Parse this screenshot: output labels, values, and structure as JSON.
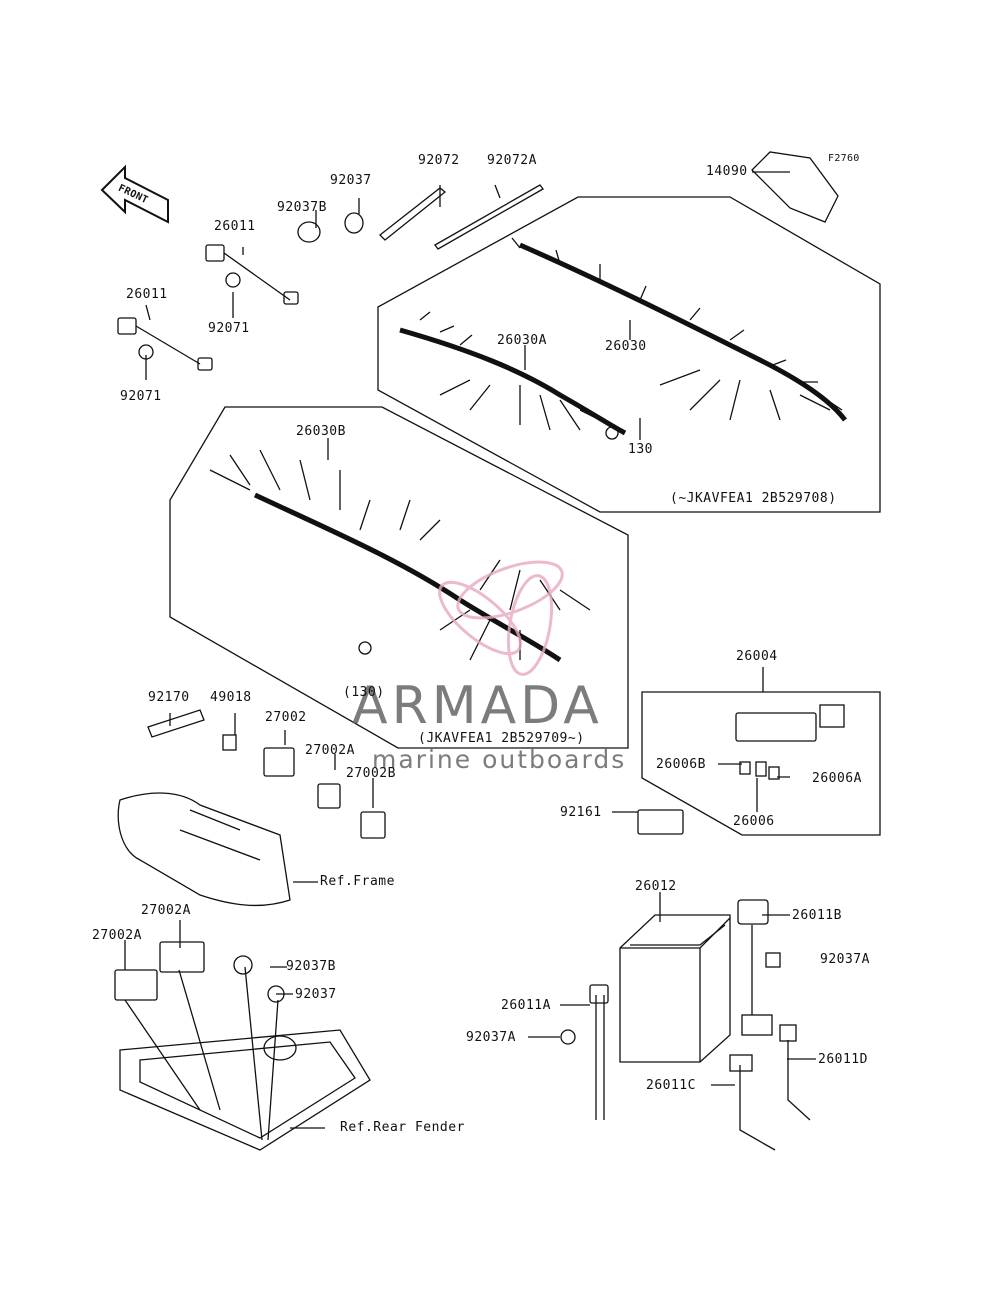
{
  "figure_code": "F2760",
  "front_badge": "FRONT",
  "parts": {
    "p14090": "14090",
    "p92072": "92072",
    "p92072A": "92072A",
    "p92037_top": "92037",
    "p92037B_top": "92037B",
    "p26011_a": "26011",
    "p92071_a": "92071",
    "p26011_b": "26011",
    "p92071_b": "92071",
    "p26030A": "26030A",
    "p26030": "26030",
    "p130": "130",
    "p26030B": "26030B",
    "p130_paren": "(130)",
    "p26004": "26004",
    "p26006B": "26006B",
    "p26006A": "26006A",
    "p26006": "26006",
    "p92161": "92161",
    "p92170": "92170",
    "p49018": "49018",
    "p27002": "27002",
    "p27002A_mid": "27002A",
    "p27002B": "27002B",
    "p27002A_lower1": "27002A",
    "p27002A_lower2": "27002A",
    "p92037B_lower": "92037B",
    "p92037_lower": "92037",
    "p26012": "26012",
    "p26011B": "26011B",
    "p92037A_right": "92037A",
    "p26011A": "26011A",
    "p92037A_left": "92037A",
    "p26011C": "26011C",
    "p26011D": "26011D"
  },
  "notes": {
    "serial_upper": "(~JKAVFEA1 2B529708)",
    "serial_lower": "(JKAVFEA1 2B529709~)",
    "ref_frame": "Ref.Frame",
    "ref_rear_fender": "Ref.Rear Fender"
  },
  "watermark": {
    "title": "ARMADA",
    "subtitle": "marine outboards",
    "logo_color": "#e8a9c4"
  }
}
